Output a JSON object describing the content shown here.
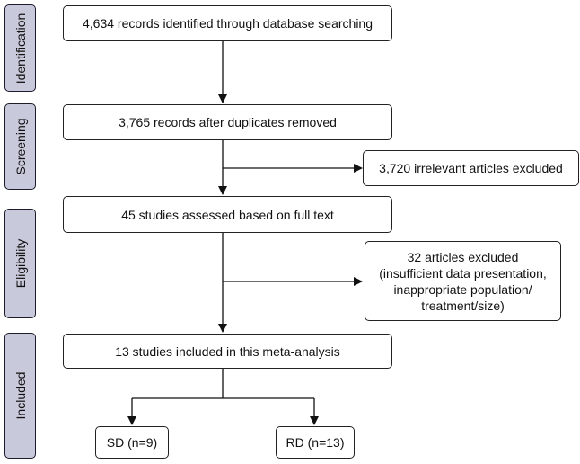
{
  "phases": [
    "Identification",
    "Screening",
    "Eligibility",
    "Included"
  ],
  "boxes": {
    "identified": "4,634 records identified through database searching",
    "after_duplicates": "3,765 records after duplicates removed",
    "irrelevant_excluded": "3,720 irrelevant articles excluded",
    "full_text": "45 studies assessed based on full text",
    "excluded_lines": [
      "32 articles excluded",
      "(insufficient data presentation,",
      "inappropriate population/",
      "treatment/size)"
    ],
    "included": "13 studies included in this meta-analysis",
    "sd": "SD (n=9)",
    "rd": "RD (n=13)"
  },
  "colors": {
    "phase_fill": "#c9c9dc",
    "border": "#222222"
  }
}
